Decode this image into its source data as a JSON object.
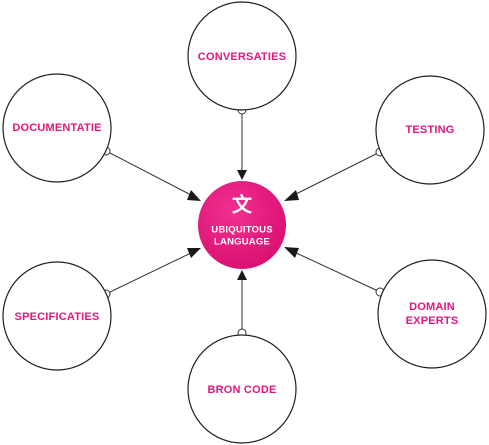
{
  "center": {
    "icon": "translate-icon",
    "glyph": "文",
    "line1": "UBIQUITOUS",
    "line2": "LANGUAGE",
    "color": "#e3177d"
  },
  "nodes": {
    "conversaties": {
      "label": "CONVERSATIES"
    },
    "testing": {
      "label": "TESTING"
    },
    "documentatie": {
      "label": "DOCUMENTATIE"
    },
    "specificaties": {
      "label": "SPECIFICATIES"
    },
    "domain_experts": {
      "line1": "DOMAIN",
      "line2": "EXPERTS"
    },
    "bron_code": {
      "label": "BRON CODE"
    }
  },
  "colors": {
    "label": "#e3177d",
    "stroke": "#1f1f1f"
  }
}
